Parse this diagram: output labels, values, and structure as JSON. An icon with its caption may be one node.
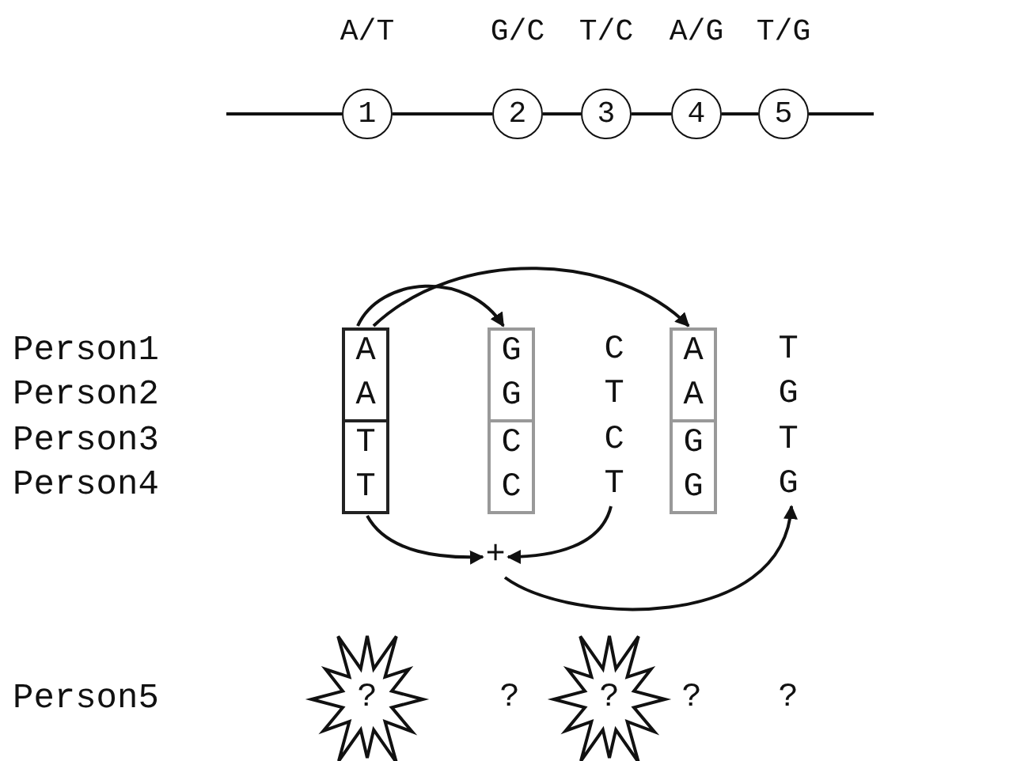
{
  "diagram": {
    "nodes": [
      {
        "text": [
          "1"
        ],
        "beside": [
          "A/T"
        ]
      },
      {
        "text": [
          "2"
        ],
        "beside": [
          "G/C"
        ]
      },
      {
        "text": [
          "3"
        ],
        "beside": [
          "T/C"
        ]
      },
      {
        "text": [
          "4"
        ],
        "beside": [
          "A/G"
        ]
      },
      {
        "text": [
          "5"
        ],
        "beside": [
          "T/G"
        ]
      },
      {
        "text": [
          "A",
          "A"
        ]
      },
      {
        "text": [
          "G",
          "G"
        ]
      },
      {
        "text": [
          "A",
          "A"
        ]
      },
      {
        "text": [
          "T",
          "T"
        ]
      },
      {
        "text": [
          "C",
          "C"
        ]
      },
      {
        "text": [
          "G",
          "G"
        ]
      },
      {
        "text": [
          "T"
        ]
      },
      {
        "text": [
          "G"
        ]
      },
      {
        "text": [
          "+"
        ]
      },
      {
        "text": [
          "?"
        ]
      },
      {
        "text": [
          "?"
        ]
      }
    ],
    "edges": [
      {
        "from": null,
        "to": 0,
        "arrow": "none"
      },
      {
        "from": 0,
        "to": 1,
        "arrow": "none"
      },
      {
        "from": 1,
        "to": 2,
        "arrow": "none"
      },
      {
        "from": 2,
        "to": 3,
        "arrow": "none"
      },
      {
        "from": 3,
        "to": 4,
        "arrow": "none"
      },
      {
        "from": 4,
        "to": null,
        "arrow": "none"
      },
      {
        "from": 5,
        "to": 6,
        "arrow": "to"
      },
      {
        "from": 5,
        "to": 7,
        "arrow": "to"
      },
      {
        "from": 8,
        "to": 13,
        "arrow": "to"
      },
      {
        "from": 11,
        "to": 13,
        "arrow": "to"
      },
      {
        "from": 13,
        "to": 12,
        "arrow": "to"
      }
    ],
    "labels": [
      "Person1",
      "C",
      "T",
      "Person2",
      "T",
      "G",
      "Person3",
      "C",
      "T",
      "Person4",
      "Person5",
      "?",
      "?",
      "?"
    ]
  }
}
